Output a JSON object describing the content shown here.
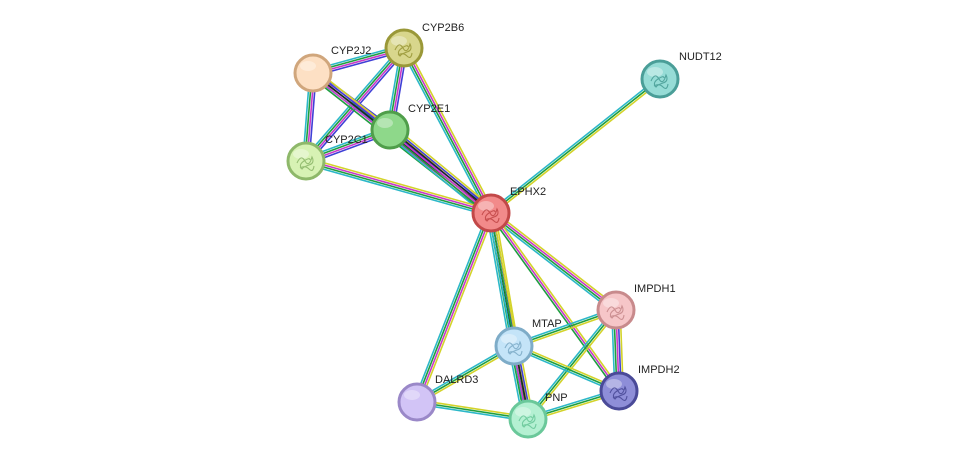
{
  "network": {
    "edge_channel_colors": [
      "#d3d32a",
      "#3f3fd6",
      "#222222",
      "#c83ac8",
      "#1f9e3f",
      "#2cb8c8"
    ],
    "nodes": [
      {
        "id": "CYP2B6",
        "label": "CYP2B6",
        "fill": "#d8d68c",
        "stroke": "#9a9838",
        "has_structure": true
      },
      {
        "id": "CYP2J2",
        "label": "CYP2J2",
        "fill": "#fde0c4",
        "stroke": "#d0a67c",
        "has_structure": false
      },
      {
        "id": "CYP2E1",
        "label": "CYP2E1",
        "fill": "#8ed88a",
        "stroke": "#4f9e4a",
        "has_structure": false
      },
      {
        "id": "CYP2C19",
        "label": "CYP2C1",
        "fill": "#d7f2b4",
        "stroke": "#8eb86a",
        "has_structure": true
      },
      {
        "id": "NUDT12",
        "label": "NUDT12",
        "fill": "#96dcd6",
        "stroke": "#4a9e98",
        "has_structure": true
      },
      {
        "id": "EPHX2",
        "label": "EPHX2",
        "fill": "#f28a8a",
        "stroke": "#c24848",
        "has_structure": true
      },
      {
        "id": "IMPDH1",
        "label": "IMPDH1",
        "fill": "#f6c6c8",
        "stroke": "#c88a8c",
        "has_structure": true
      },
      {
        "id": "MTAP",
        "label": "MTAP",
        "fill": "#c4e4f8",
        "stroke": "#7eacc8",
        "has_structure": true
      },
      {
        "id": "IMPDH2",
        "label": "IMPDH2",
        "fill": "#8e8ed8",
        "stroke": "#4a4a98",
        "has_structure": true
      },
      {
        "id": "DALRD3",
        "label": "DALRD3",
        "fill": "#d2c4f6",
        "stroke": "#9a88c8",
        "has_structure": false
      },
      {
        "id": "PNP",
        "label": "PNP",
        "fill": "#b4f0d2",
        "stroke": "#6ac89a",
        "has_structure": true
      }
    ],
    "edges": [
      {
        "source": "CYP2B6",
        "target": "CYP2J2",
        "channels": [
          1,
          3,
          4,
          5
        ]
      },
      {
        "source": "CYP2B6",
        "target": "CYP2E1",
        "channels": [
          1,
          3,
          4,
          5
        ]
      },
      {
        "source": "CYP2B6",
        "target": "CYP2C19",
        "channels": [
          1,
          3,
          4,
          5
        ]
      },
      {
        "source": "CYP2B6",
        "target": "EPHX2",
        "channels": [
          0,
          3,
          4,
          5
        ]
      },
      {
        "source": "CYP2J2",
        "target": "CYP2E1",
        "channels": [
          1,
          3,
          4,
          5
        ]
      },
      {
        "source": "CYP2J2",
        "target": "CYP2C19",
        "channels": [
          1,
          3,
          4,
          5
        ]
      },
      {
        "source": "CYP2J2",
        "target": "EPHX2",
        "channels": [
          0,
          1,
          2,
          3,
          4
        ]
      },
      {
        "source": "CYP2E1",
        "target": "CYP2C19",
        "channels": [
          1,
          3,
          4,
          5
        ]
      },
      {
        "source": "CYP2E1",
        "target": "EPHX2",
        "channels": [
          0,
          1,
          2,
          3,
          4,
          5
        ]
      },
      {
        "source": "CYP2C19",
        "target": "EPHX2",
        "channels": [
          0,
          3,
          4,
          5
        ]
      },
      {
        "source": "NUDT12",
        "target": "EPHX2",
        "channels": [
          0,
          4,
          5
        ]
      },
      {
        "source": "EPHX2",
        "target": "IMPDH1",
        "channels": [
          0,
          3,
          4,
          5
        ]
      },
      {
        "source": "EPHX2",
        "target": "MTAP",
        "channels": [
          0,
          1,
          2,
          4,
          5
        ]
      },
      {
        "source": "EPHX2",
        "target": "IMPDH2",
        "channels": [
          0,
          3,
          4
        ]
      },
      {
        "source": "EPHX2",
        "target": "DALRD3",
        "channels": [
          0,
          3,
          4,
          5
        ]
      },
      {
        "source": "EPHX2",
        "target": "PNP",
        "channels": [
          0,
          4,
          5
        ]
      },
      {
        "source": "IMPDH1",
        "target": "MTAP",
        "channels": [
          0,
          4,
          5
        ]
      },
      {
        "source": "IMPDH1",
        "target": "IMPDH2",
        "channels": [
          0,
          1,
          3,
          4,
          5
        ]
      },
      {
        "source": "IMPDH1",
        "target": "PNP",
        "channels": [
          0,
          4,
          5
        ]
      },
      {
        "source": "MTAP",
        "target": "IMPDH2",
        "channels": [
          0,
          4,
          5
        ]
      },
      {
        "source": "MTAP",
        "target": "DALRD3",
        "channels": [
          0,
          4,
          5
        ]
      },
      {
        "source": "MTAP",
        "target": "PNP",
        "channels": [
          0,
          1,
          2,
          3,
          4,
          5
        ]
      },
      {
        "source": "IMPDH2",
        "target": "PNP",
        "channels": [
          0,
          4,
          5
        ]
      },
      {
        "source": "DALRD3",
        "target": "PNP",
        "channels": [
          0,
          4,
          5
        ]
      }
    ]
  }
}
